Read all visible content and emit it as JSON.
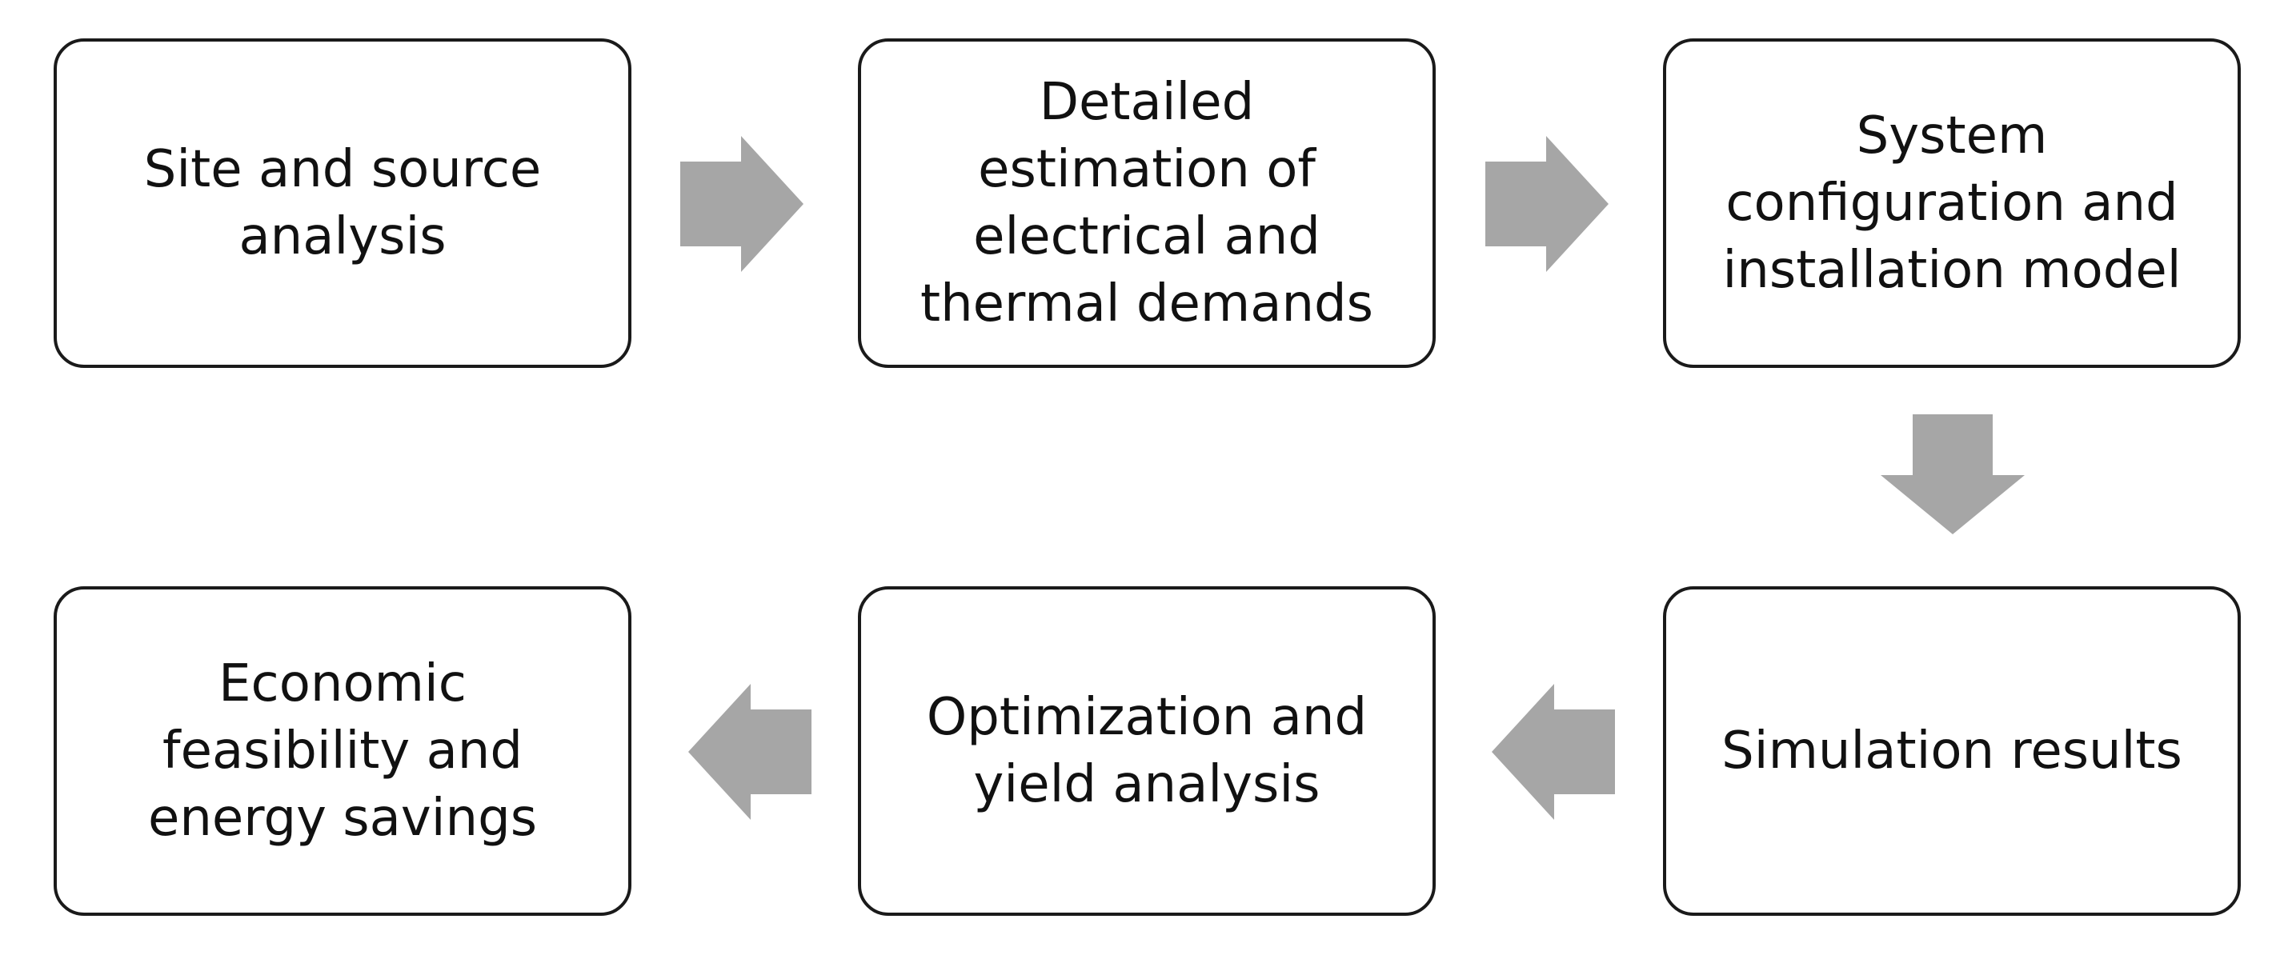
{
  "steps": [
    {
      "label": "Site and source\nanalysis"
    },
    {
      "label": "Detailed\nestimation of\nelectrical and\nthermal demands"
    },
    {
      "label": "System\nconfiguration and\ninstallation model"
    },
    {
      "label": "Simulation results"
    },
    {
      "label": "Optimization and\nyield analysis"
    },
    {
      "label": "Economic\nfeasibility and\nenergy savings"
    }
  ],
  "colors": {
    "box_border": "#1a1a1a",
    "arrow_fill": "#a6a6a6",
    "text": "#111111",
    "background": "#ffffff"
  },
  "connectors": [
    {
      "from": 1,
      "to": 2,
      "direction": "right"
    },
    {
      "from": 2,
      "to": 3,
      "direction": "right"
    },
    {
      "from": 3,
      "to": 4,
      "direction": "down"
    },
    {
      "from": 4,
      "to": 5,
      "direction": "left"
    },
    {
      "from": 5,
      "to": 6,
      "direction": "left"
    }
  ]
}
